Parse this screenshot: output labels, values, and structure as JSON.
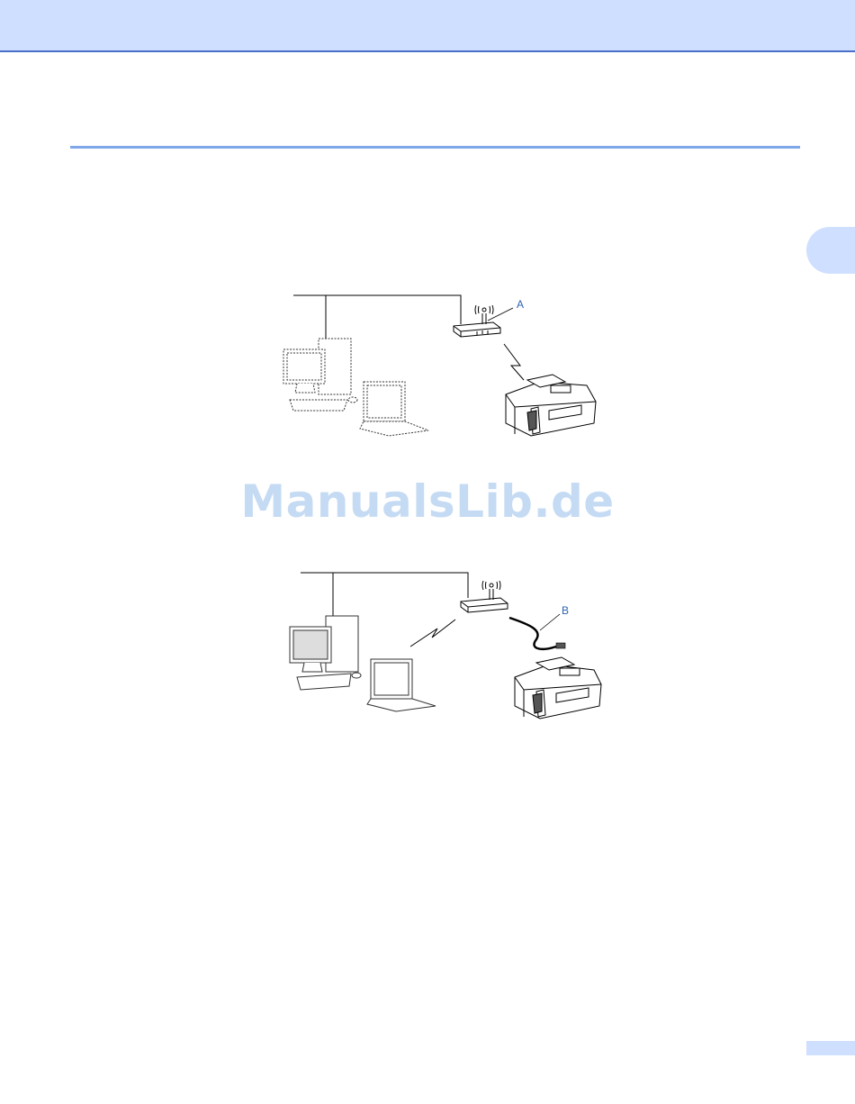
{
  "watermark": {
    "text": "ManualsLib.de"
  },
  "diagram_1": {
    "callout_label": "A"
  },
  "diagram_2": {
    "callout_label": "B"
  },
  "colors": {
    "banner": "#cfdfff",
    "banner_border": "#4a6fc8",
    "rule": "#7ea6e8",
    "callout": "#2e63b0",
    "watermark": "#c5dbf4"
  }
}
